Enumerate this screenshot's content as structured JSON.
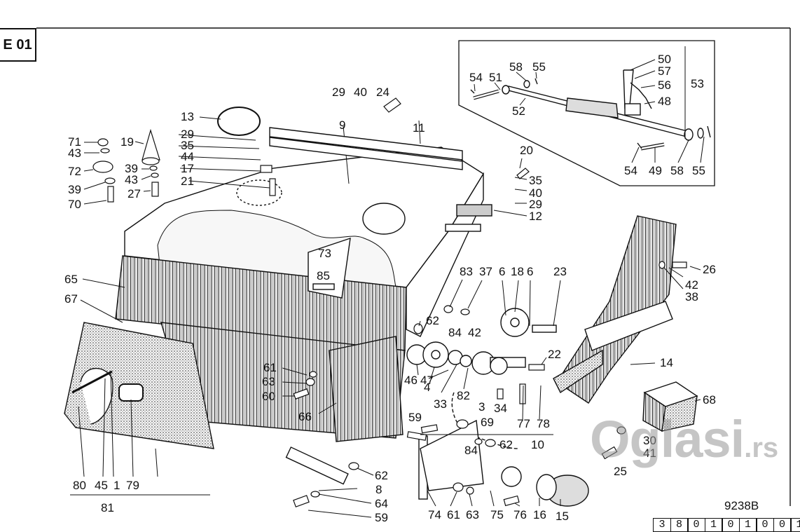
{
  "sheet_code": "E 01",
  "drawing_number": "9238B",
  "footer_digits": [
    "3",
    "8",
    "0",
    "1",
    "0",
    "1",
    "0",
    "0",
    "1"
  ],
  "watermark": {
    "main": "Oglasi",
    "tld": ".rs"
  },
  "callouts": [
    {
      "key": "c13",
      "text": "13"
    },
    {
      "key": "c29a",
      "text": "29"
    },
    {
      "key": "c40a",
      "text": "40"
    },
    {
      "key": "c24",
      "text": "24"
    },
    {
      "key": "c9",
      "text": "9"
    },
    {
      "key": "c11",
      "text": "11"
    },
    {
      "key": "c71",
      "text": "71"
    },
    {
      "key": "c43a",
      "text": "43"
    },
    {
      "key": "c72",
      "text": "72"
    },
    {
      "key": "c39a",
      "text": "39"
    },
    {
      "key": "c70",
      "text": "70"
    },
    {
      "key": "c19",
      "text": "19"
    },
    {
      "key": "c39b",
      "text": "39"
    },
    {
      "key": "c43b",
      "text": "43"
    },
    {
      "key": "c27",
      "text": "27"
    },
    {
      "key": "c29b",
      "text": "29"
    },
    {
      "key": "c35a",
      "text": "35"
    },
    {
      "key": "c44",
      "text": "44"
    },
    {
      "key": "c17",
      "text": "17"
    },
    {
      "key": "c21",
      "text": "21"
    },
    {
      "key": "c20",
      "text": "20"
    },
    {
      "key": "c35b",
      "text": "35"
    },
    {
      "key": "c40b",
      "text": "40"
    },
    {
      "key": "c29c",
      "text": "29"
    },
    {
      "key": "c12",
      "text": "12"
    },
    {
      "key": "c73",
      "text": "73"
    },
    {
      "key": "c85",
      "text": "85"
    },
    {
      "key": "c65",
      "text": "65"
    },
    {
      "key": "c67",
      "text": "67"
    },
    {
      "key": "c83",
      "text": "83"
    },
    {
      "key": "c37",
      "text": "37"
    },
    {
      "key": "c6a",
      "text": "6"
    },
    {
      "key": "c18",
      "text": "18"
    },
    {
      "key": "c6b",
      "text": "6"
    },
    {
      "key": "c23",
      "text": "23"
    },
    {
      "key": "c62a",
      "text": "62"
    },
    {
      "key": "c84a",
      "text": "84"
    },
    {
      "key": "c42a",
      "text": "42"
    },
    {
      "key": "c22",
      "text": "22"
    },
    {
      "key": "c46",
      "text": "46"
    },
    {
      "key": "c47",
      "text": "47"
    },
    {
      "key": "c4",
      "text": "4"
    },
    {
      "key": "c33",
      "text": "33"
    },
    {
      "key": "c82",
      "text": "82"
    },
    {
      "key": "c3",
      "text": "3"
    },
    {
      "key": "c34",
      "text": "34"
    },
    {
      "key": "c77",
      "text": "77"
    },
    {
      "key": "c78",
      "text": "78"
    },
    {
      "key": "c61a",
      "text": "61"
    },
    {
      "key": "c63a",
      "text": "63"
    },
    {
      "key": "c60",
      "text": "60"
    },
    {
      "key": "c66",
      "text": "66"
    },
    {
      "key": "c59a",
      "text": "59"
    },
    {
      "key": "c69",
      "text": "69"
    },
    {
      "key": "c84b",
      "text": "84"
    },
    {
      "key": "c62b",
      "text": "62"
    },
    {
      "key": "c62c",
      "text": "62"
    },
    {
      "key": "c8",
      "text": "8"
    },
    {
      "key": "c64",
      "text": "64"
    },
    {
      "key": "c59b",
      "text": "59"
    },
    {
      "key": "c80",
      "text": "80"
    },
    {
      "key": "c45",
      "text": "45"
    },
    {
      "key": "c1",
      "text": "1"
    },
    {
      "key": "c79",
      "text": "79"
    },
    {
      "key": "c81",
      "text": "81"
    },
    {
      "key": "c74",
      "text": "74"
    },
    {
      "key": "c61b",
      "text": "61"
    },
    {
      "key": "c63b",
      "text": "63"
    },
    {
      "key": "c75",
      "text": "75"
    },
    {
      "key": "c76",
      "text": "76"
    },
    {
      "key": "c16",
      "text": "16"
    },
    {
      "key": "c15",
      "text": "15"
    },
    {
      "key": "c26",
      "text": "26"
    },
    {
      "key": "c42b",
      "text": "42"
    },
    {
      "key": "c38",
      "text": "38"
    },
    {
      "key": "c14",
      "text": "14"
    },
    {
      "key": "c68",
      "text": "68"
    },
    {
      "key": "c30",
      "text": "30"
    },
    {
      "key": "c41",
      "text": "41"
    },
    {
      "key": "c25",
      "text": "25"
    },
    {
      "key": "c10",
      "text": "10"
    },
    {
      "key": "c54a",
      "text": "54"
    },
    {
      "key": "c51",
      "text": "51"
    },
    {
      "key": "c58a",
      "text": "58"
    },
    {
      "key": "c55a",
      "text": "55"
    },
    {
      "key": "c50",
      "text": "50"
    },
    {
      "key": "c57",
      "text": "57"
    },
    {
      "key": "c56",
      "text": "56"
    },
    {
      "key": "c53",
      "text": "53"
    },
    {
      "key": "c48",
      "text": "48"
    },
    {
      "key": "c52",
      "text": "52"
    },
    {
      "key": "c54b",
      "text": "54"
    },
    {
      "key": "c49",
      "text": "49"
    },
    {
      "key": "c58b",
      "text": "58"
    },
    {
      "key": "c55b",
      "text": "55"
    }
  ]
}
